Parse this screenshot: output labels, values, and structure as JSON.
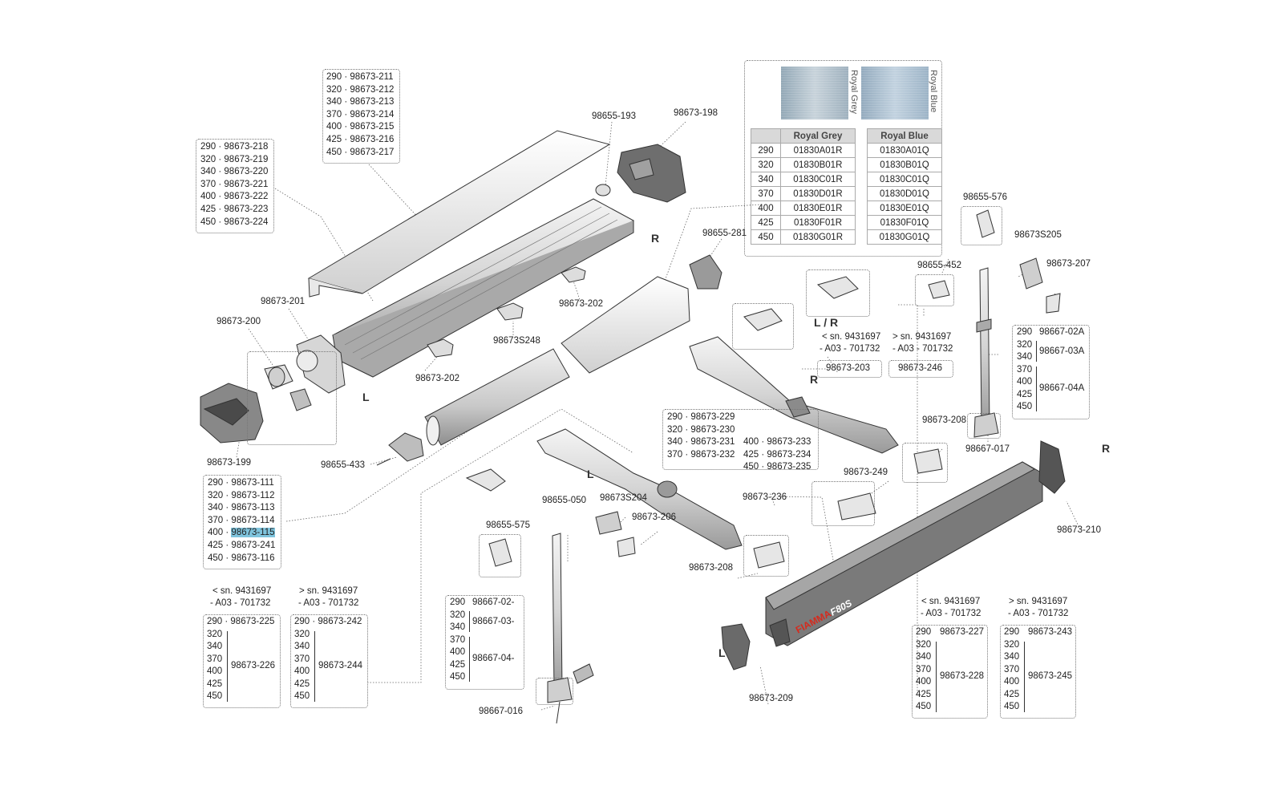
{
  "colors": {
    "line": "#555555",
    "highlight": "#7fc4dd",
    "brand_red": "#d52b1e"
  },
  "fabric": {
    "swatch_grey_label": "Royal Grey",
    "swatch_blue_label": "Royal Blue",
    "head_grey": "Royal Grey",
    "head_blue": "Royal Blue",
    "rows": [
      {
        "size": "290",
        "grey": "01830A01R",
        "blue": "01830A01Q"
      },
      {
        "size": "320",
        "grey": "01830B01R",
        "blue": "01830B01Q"
      },
      {
        "size": "340",
        "grey": "01830C01R",
        "blue": "01830C01Q"
      },
      {
        "size": "370",
        "grey": "01830D01R",
        "blue": "01830D01Q"
      },
      {
        "size": "400",
        "grey": "01830E01R",
        "blue": "01830E01Q"
      },
      {
        "size": "425",
        "grey": "01830F01R",
        "blue": "01830F01Q"
      },
      {
        "size": "450",
        "grey": "01830G01R",
        "blue": "01830G01Q"
      }
    ]
  },
  "lists": {
    "top_cover": [
      "290 · 98673-211",
      "320 · 98673-212",
      "340 · 98673-213",
      "370 · 98673-214",
      "400 · 98673-215",
      "425 · 98673-216",
      "450 · 98673-217"
    ],
    "rail": [
      "290 · 98673-218",
      "320 · 98673-219",
      "340 · 98673-220",
      "370 · 98673-221",
      "400 · 98673-222",
      "425 · 98673-223",
      "450 · 98673-224"
    ],
    "roller_prefix": [
      "290 · ",
      "320 · ",
      "340 · ",
      "370 · ",
      "400 · ",
      "425 · ",
      "450 · "
    ],
    "roller_codes": [
      "98673-111",
      "98673-112",
      "98673-113",
      "98673-114",
      "98673-115",
      "98673-241",
      "98673-116"
    ],
    "front_a": [
      "290 · 98673-229",
      "320 · 98673-230",
      "340 · 98673-231",
      "370 · 98673-232"
    ],
    "front_b": [
      "400 · 98673-233",
      "425 · 98673-234",
      "450 · 98673-235"
    ]
  },
  "serial": {
    "lt": "< sn. 9431697",
    "gt": "> sn. 9431697",
    "range": "- A03 - 701732"
  },
  "groups": {
    "left_a": {
      "first": "290 · 98673-225",
      "sizes": [
        "320",
        "340",
        "370",
        "400",
        "425",
        "450"
      ],
      "code": "98673-226"
    },
    "left_b": {
      "first": "290 · 98673-242",
      "sizes": [
        "320",
        "340",
        "370",
        "400",
        "425",
        "450"
      ],
      "code": "98673-244"
    },
    "right_a": {
      "first": "290",
      "first_code": "98673-227",
      "sizes": [
        "320",
        "340",
        "370",
        "400",
        "425",
        "450"
      ],
      "code": "98673-228"
    },
    "right_b": {
      "first": "290",
      "first_code": "98673-243",
      "sizes": [
        "320",
        "340",
        "370",
        "400",
        "425",
        "450"
      ],
      "code": "98673-245"
    },
    "leg_left": {
      "rows": [
        [
          "290",
          "98667-02-"
        ],
        [
          "320",
          ""
        ],
        [
          "340",
          "98667-03-"
        ],
        [
          "370",
          ""
        ],
        [
          "400",
          ""
        ],
        [
          "425",
          "98667-04-"
        ],
        [
          "450",
          ""
        ]
      ]
    },
    "leg_right": {
      "rows": [
        [
          "290",
          "98667-02A"
        ],
        [
          "320",
          ""
        ],
        [
          "340",
          "98667-03A"
        ],
        [
          "370",
          ""
        ],
        [
          "400",
          ""
        ],
        [
          "425",
          "98667-04A"
        ],
        [
          "450",
          ""
        ]
      ]
    }
  },
  "labels": {
    "p98655_193": "98655-193",
    "p98673_198": "98673-198",
    "p98655_281": "98655-281",
    "p98673_201": "98673-201",
    "p98673_200": "98673-200",
    "p98673_199": "98673-199",
    "p98673_202a": "98673-202",
    "p98673_202b": "98673-202",
    "p98673S248": "98673S248",
    "p98655_433": "98655-433",
    "p98655_576": "98655-576",
    "p98673S205": "98673S205",
    "p98673_207": "98673-207",
    "p98655_452": "98655-452",
    "p98673_203": "98673-203",
    "p98673_246": "98673-246",
    "p98673_208a": "98673-208",
    "p98667_017": "98667-017",
    "p98673_249": "98673-249",
    "p98673_236": "98673-236",
    "p98655_050": "98655-050",
    "p98673S204": "98673S204",
    "p98673_206": "98673-206",
    "p98655_575": "98655-575",
    "p98673_208b": "98673-208",
    "p98667_016": "98667-016",
    "p98673_209": "98673-209",
    "p98673_210": "98673-210",
    "side_R1": "R",
    "side_L1": "L",
    "side_R2": "R",
    "side_LR": "L / R",
    "side_L2": "L",
    "side_R3": "R",
    "side_L3": "L",
    "brand": "FIAMMA",
    "model": "F80S"
  }
}
